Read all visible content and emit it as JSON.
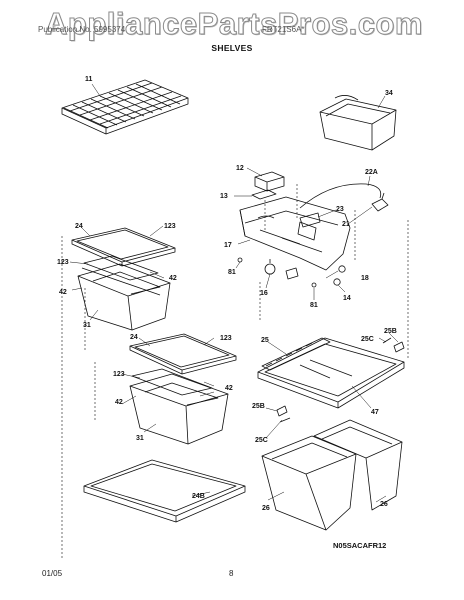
{
  "watermark": "AppliancePartsPros.com",
  "header": {
    "left_text": "Publication No. 5995374",
    "right_text": "FRT21S6A*",
    "section_title": "SHELVES"
  },
  "diagram_code": "N05SACAFR12",
  "footer": {
    "date": "01/05",
    "page": "8"
  },
  "callouts": [
    "11",
    "34",
    "12",
    "22A",
    "13",
    "23",
    "21",
    "17",
    "81",
    "16",
    "18",
    "81",
    "14",
    "24",
    "123",
    "123",
    "42",
    "42",
    "31",
    "123",
    "24",
    "25",
    "25C",
    "25B",
    "123",
    "42",
    "42",
    "47",
    "25B",
    "31",
    "25C",
    "24B",
    "26",
    "26"
  ],
  "colors": {
    "line": "#111111",
    "watermark_stroke": "#8a8a8a"
  }
}
